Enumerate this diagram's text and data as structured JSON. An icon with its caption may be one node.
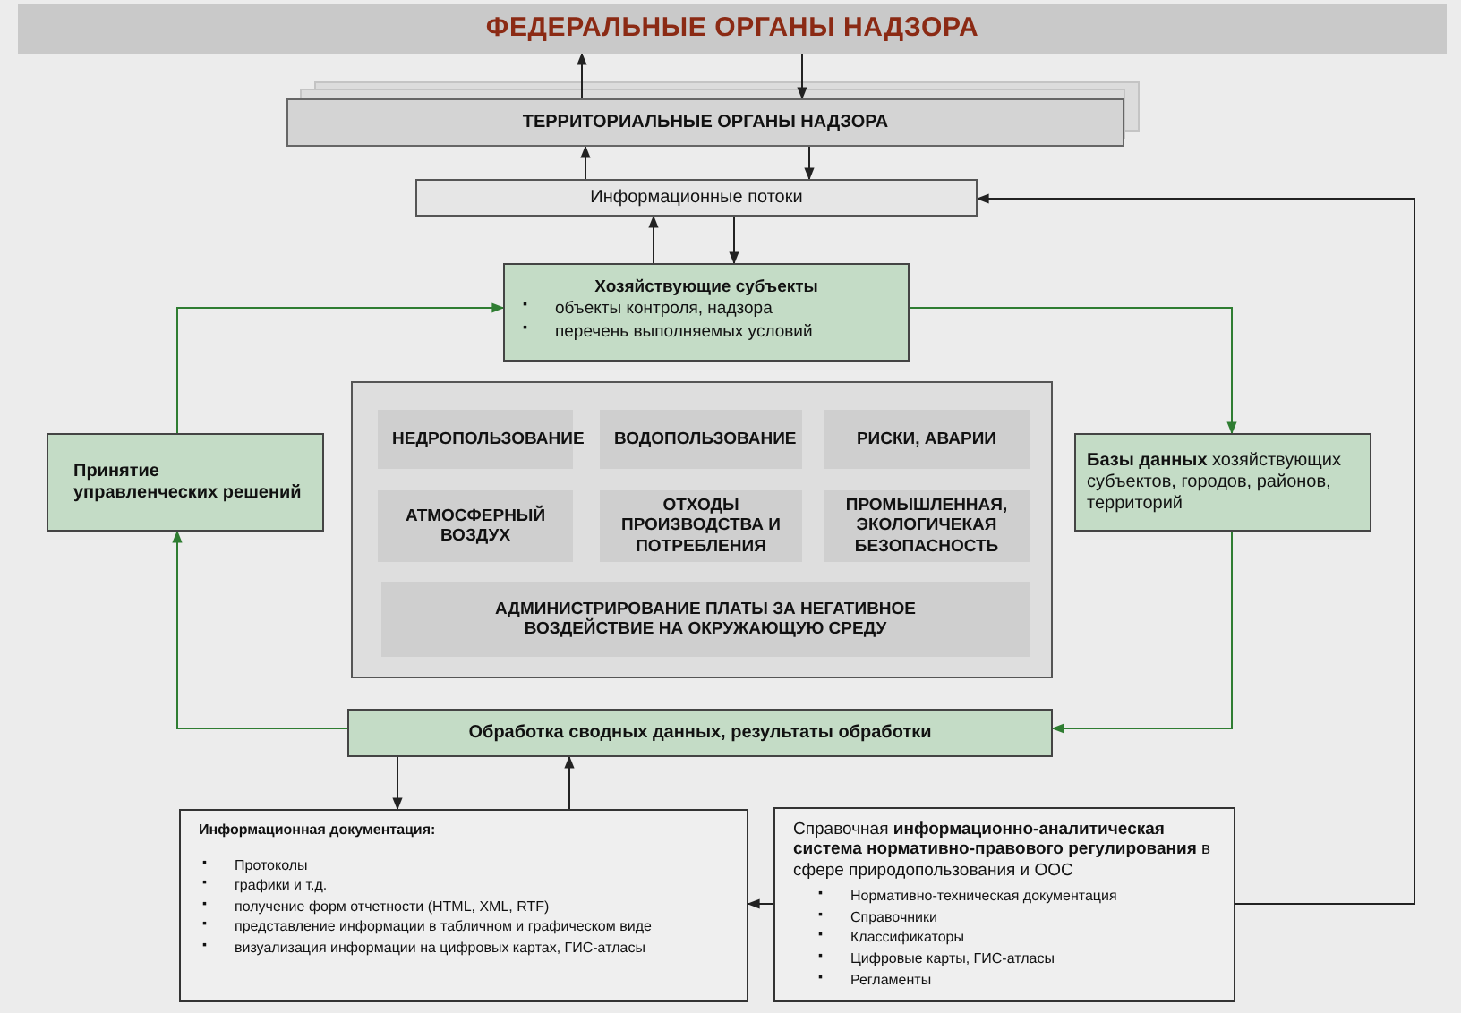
{
  "diagram": {
    "nodes": [
      {
        "text": [
          "ФЕДЕРАЛЬНЫЕ ОРГАНЫ НАДЗОРА"
        ]
      },
      {
        "text": [
          "ТЕРРИТОРИАЛЬНЫЕ ОРГАНЫ НАДЗОРА"
        ]
      },
      {
        "text": [
          "Информационные потоки"
        ]
      },
      {
        "text": [
          "Хозяйствующие субъекты",
          "▪ объекты контроля, надзора",
          "▪ перечень выполняемых условий"
        ]
      },
      {
        "text": [
          "Принятие управленческих решений"
        ]
      },
      {
        "text": [],
        "shape": "box"
      },
      {
        "text": [
          "НЕДРОПОЛЬЗОВАНИЕ"
        ],
        "in": 5
      },
      {
        "text": [
          "ВОДОПОЛЬЗОВАНИЕ"
        ],
        "in": 5
      },
      {
        "text": [
          "РИСКИ, АВАРИИ"
        ],
        "in": 5
      },
      {
        "text": [
          "АТМОСФЕРНЫЙ ВОЗДУХ"
        ],
        "in": 5
      },
      {
        "text": [
          "ОТХОДЫ ПРОИЗВОДСТВА И ПОТРЕБЛЕНИЯ"
        ],
        "in": 5
      },
      {
        "text": [
          "ПРОМЫШЛЕННАЯ, ЭКОЛОГИЧЕКАЯ БЕЗОПАСНОСТЬ"
        ],
        "in": 5
      },
      {
        "text": [
          "АДМИНИСТРИРОВАНИЕ ПЛАТЫ ЗА НЕГАТИВНОЕ ВОЗДЕЙСТВИЕ НА ОКРУЖАЮЩУЮ СРЕДУ"
        ],
        "in": 5
      },
      {
        "text": [
          "**Базы данных** хозяйствующих субъектов, городов, районов, территорий"
        ]
      },
      {
        "text": [
          "Обработка сводных данных, результаты обработки"
        ]
      },
      {
        "text": [
          "Информационная документация:",
          "▪ Протоколы",
          "▪ графики и т.д.",
          "▪ получение форм отчетности (HTML, XML, RTF)",
          "▪ представление информации в табличном и графическом виде",
          "▪ визуализация информации на цифровых картах, ГИС-атласы"
        ]
      },
      {
        "text": [
          "Справочная **информационно-аналитическая система нормативно-правового регулирования** в сфере природопользования и ООС",
          "▪ Нормативно-техническая документация",
          "▪ Справочники",
          "▪ Классификаторы",
          "▪ Цифровые карты, ГИС-атласы",
          "▪ Регламенты"
        ]
      }
    ],
    "edges": [
      {
        "from": 1,
        "to": 0,
        "arrow": "to"
      },
      {
        "from": 0,
        "to": 1,
        "arrow": "to"
      },
      {
        "from": 2,
        "to": 1,
        "arrow": "to"
      },
      {
        "from": 1,
        "to": 2,
        "arrow": "to"
      },
      {
        "from": 3,
        "to": 2,
        "arrow": "to"
      },
      {
        "from": 2,
        "to": 3,
        "arrow": "to"
      },
      {
        "from": 4,
        "to": 3,
        "arrow": "to",
        "color": "#2f7d32"
      },
      {
        "from": 3,
        "to": 13,
        "arrow": "to",
        "color": "#2f7d32"
      },
      {
        "from": 13,
        "to": 14,
        "arrow": "to",
        "color": "#2f7d32"
      },
      {
        "from": 14,
        "to": 4,
        "arrow": "to",
        "color": "#2f7d32"
      },
      {
        "from": 14,
        "to": 15,
        "arrow": "to"
      },
      {
        "from": 15,
        "to": 14,
        "arrow": "to"
      },
      {
        "from": 16,
        "to": 15,
        "arrow": "to"
      },
      {
        "from": 16,
        "to": 2,
        "arrow": "to"
      }
    ]
  }
}
